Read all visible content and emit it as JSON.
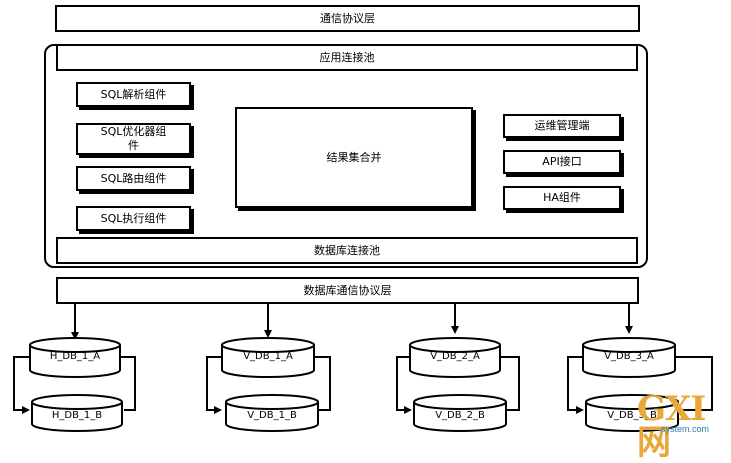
{
  "layers": {
    "comm_layer": "通信协议层",
    "app_pool": "应用连接池",
    "db_pool": "数据库连接池",
    "db_comm_layer": "数据库通信协议层"
  },
  "components": {
    "sql_parse": "SQL解析组件",
    "sql_optimizer": "SQL优化器组件",
    "sql_router": "SQL路由组件",
    "sql_exec": "SQL执行组件",
    "result_merge": "结果集合并",
    "ops_console": "运维管理端",
    "api": "API接口",
    "ha": "HA组件"
  },
  "databases": [
    {
      "top": "H_DB_1_A",
      "bottom": "H_DB_1_B"
    },
    {
      "top": "V_DB_1_A",
      "bottom": "V_DB_1_B"
    },
    {
      "top": "V_DB_2_A",
      "bottom": "V_DB_2_B"
    },
    {
      "top": "V_DB_3_A",
      "bottom": "V_DB_3_B"
    }
  ],
  "watermark": {
    "big": "GXI网",
    "small": "system.com"
  }
}
